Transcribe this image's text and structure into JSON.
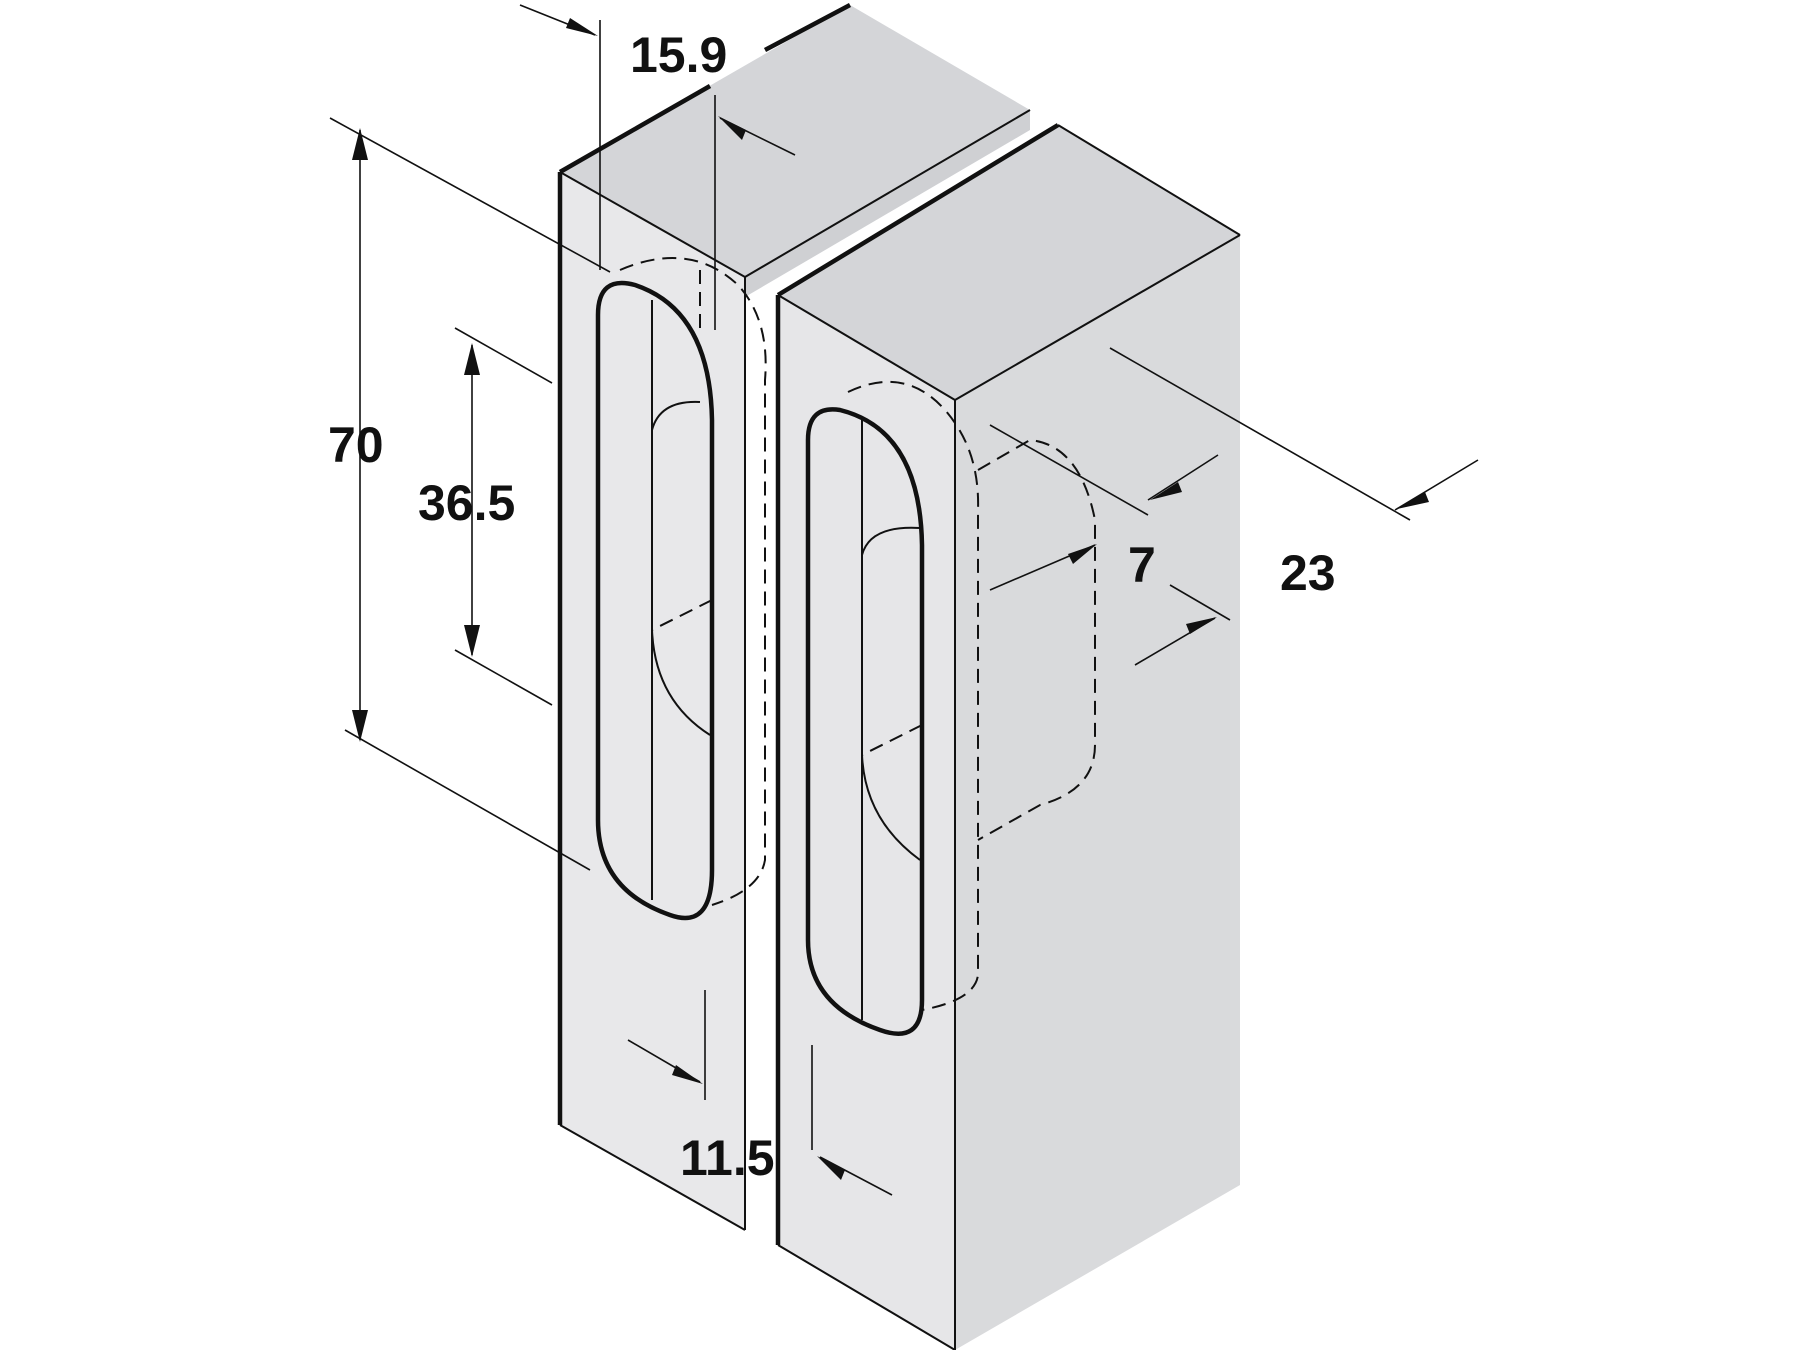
{
  "colors": {
    "background": "#ffffff",
    "panel_front": "#e8e8ea",
    "panel_top": "#d4d5d8",
    "panel_side": "#d9dadc",
    "recess": "#dcdde0",
    "line": "#111111"
  },
  "dimensions": {
    "width_top": "15.9",
    "height_total": "70",
    "height_inner": "36.5",
    "depth_inner": "7",
    "depth_total": "23",
    "width_bottom": "11.5"
  }
}
